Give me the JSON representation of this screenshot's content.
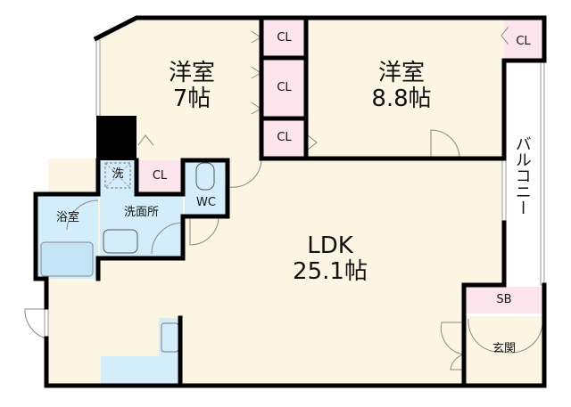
{
  "rooms": {
    "bedroom1": {
      "name": "洋室",
      "size": "7帖"
    },
    "bedroom2": {
      "name": "洋室",
      "size": "8.8帖"
    },
    "ldk": {
      "name": "LDK",
      "size": "25.1帖"
    },
    "bath": "浴室",
    "washroom": "洗面所",
    "washer": "洗",
    "wc": "WC",
    "entrance": "玄関",
    "balcony": "バルコニー",
    "shoe_box": "SB",
    "closets": [
      "CL",
      "CL",
      "CL",
      "CL",
      "CL"
    ]
  },
  "colors": {
    "room": "#fdf5e3",
    "wet": "#d3eefa",
    "closet": "#fbe4ec",
    "wall": "#000000"
  }
}
